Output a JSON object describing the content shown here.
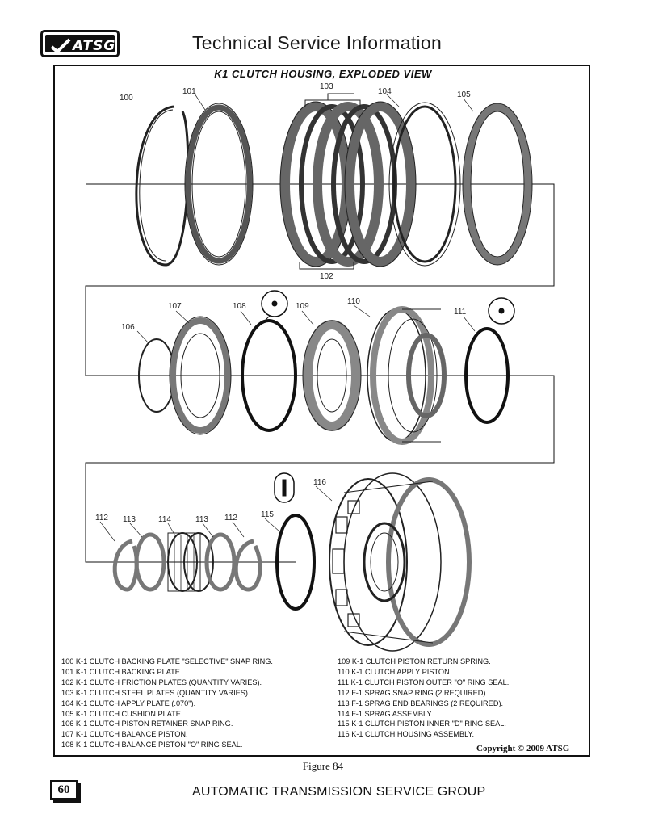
{
  "header": {
    "logo_text": "ATSG",
    "title": "Technical Service Information"
  },
  "diagram": {
    "title": "K1 CLUTCH HOUSING, EXPLODED VIEW",
    "part_numbers": {
      "p100": "100",
      "p101": "101",
      "p102": "102",
      "p103": "103",
      "p104": "104",
      "p105": "105",
      "p106": "106",
      "p107": "107",
      "p108": "108",
      "p109": "109",
      "p110": "110",
      "p111": "111",
      "p112a": "112",
      "p113a": "113",
      "p114": "114",
      "p113b": "113",
      "p112b": "112",
      "p115": "115",
      "p116": "116"
    }
  },
  "legend": {
    "left": [
      "100  K-1 CLUTCH BACKING PLATE \"SELECTIVE\" SNAP RING.",
      "101  K-1 CLUTCH BACKING PLATE.",
      "102  K-1 CLUTCH FRICTION PLATES (QUANTITY VARIES).",
      "103  K-1 CLUTCH STEEL PLATES (QUANTITY VARIES).",
      "104  K-1 CLUTCH APPLY PLATE (.070\").",
      "105  K-1 CLUTCH CUSHION PLATE.",
      "106  K-1 CLUTCH PISTON RETAINER SNAP RING.",
      "107  K-1 CLUTCH BALANCE PISTON.",
      "108  K-1 CLUTCH BALANCE PISTON \"O\" RING SEAL."
    ],
    "right": [
      "109  K-1 CLUTCH PISTON RETURN SPRING.",
      "110  K-1 CLUTCH APPLY PISTON.",
      "111  K-1 CLUTCH PISTON OUTER \"O\" RING SEAL.",
      "112  F-1 SPRAG SNAP RING  (2 REQUIRED).",
      "113  F-1 SPRAG END BEARINGS  (2 REQUIRED).",
      "114  F-1 SPRAG ASSEMBLY.",
      "115  K-1 CLUTCH PISTON INNER \"D\" RING SEAL.",
      "116  K-1 CLUTCH HOUSING ASSEMBLY."
    ]
  },
  "copyright": "Copyright © 2009 ATSG",
  "figure_caption": "Figure 84",
  "footer": {
    "page_number": "60",
    "text": "AUTOMATIC TRANSMISSION SERVICE GROUP"
  }
}
